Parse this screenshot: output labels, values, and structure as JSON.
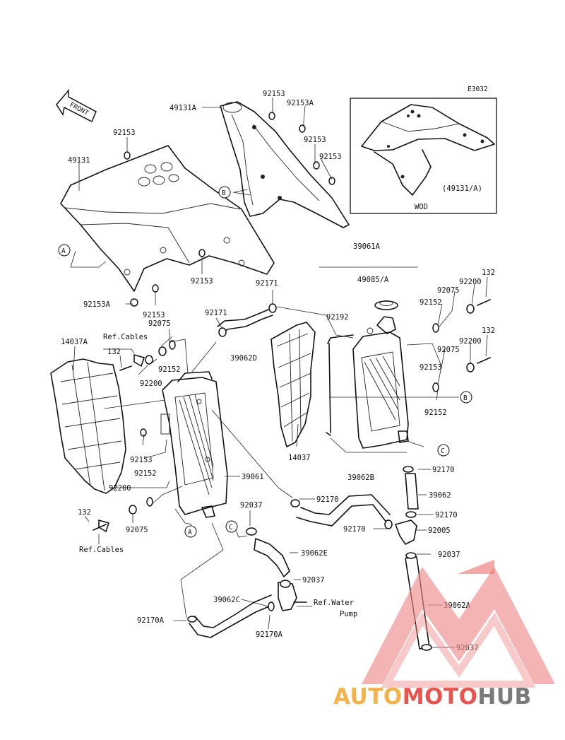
{
  "diagram_code": "E3032",
  "front_marker": "FRONT",
  "inset": {
    "variant": "WOD",
    "ref": "(49131/A)"
  },
  "callouts": {
    "a": "A",
    "b": "B",
    "c": "C"
  },
  "labels": {
    "p49131A": "49131A",
    "p92153_top1": "92153",
    "p92153A_top": "92153A",
    "p92153_top2": "92153",
    "p92153_top3": "92153",
    "p92153_left": "92153",
    "p49131": "49131",
    "p92153_mid": "92153",
    "p92153A_low": "92153A",
    "p92153_low": "92153",
    "p39061A": "39061A",
    "p49085A": "49085/A",
    "p92171_a": "92171",
    "p92171_b": "92171",
    "p92192": "92192",
    "p132_r1": "132",
    "p92200_r1": "92200",
    "p92075_r1": "92075",
    "p92152_r1": "92152",
    "p132_r2": "132",
    "p92200_r2": "92200",
    "p92075_r2": "92075",
    "p92153_r": "92153",
    "p92152_r2": "92152",
    "p92075_l": "92075",
    "refcables_top": "Ref.Cables",
    "p14037A": "14037A",
    "p132_l1": "132",
    "p92152_l1": "92152",
    "p92200_l1": "92200",
    "p39062D": "39062D",
    "p14037": "14037",
    "p92153_l": "92153",
    "p92152_l2": "92152",
    "p92200_l2": "92200",
    "p39061": "39061",
    "p39062B": "39062B",
    "p92170_r1": "92170",
    "p39062": "39062",
    "p92170_r2": "92170",
    "p92170_m": "92170",
    "p92170_m2": "92170",
    "p92005": "92005",
    "p132_l2": "132",
    "p92075_l2": "92075",
    "refcables_bottom": "Ref.Cables",
    "p92037_a": "92037",
    "p39062E": "39062E",
    "p92037_r": "92037",
    "p92037_b": "92037",
    "p39062C": "39062C",
    "refwaterpump_1": "Ref.Water",
    "refwaterpump_2": "Pump",
    "p92170A_l": "92170A",
    "p92170A_b": "92170A",
    "p39062A": "39062A",
    "p92037_c": "92037"
  },
  "watermark": {
    "auto": "AUTO",
    "moto": "MOTO",
    "hub": "HUB",
    "colors": {
      "auto": "#f5b14a",
      "moto": "#e8554e",
      "hub": "#7a7a7a",
      "logo": "#f08a8a"
    }
  }
}
